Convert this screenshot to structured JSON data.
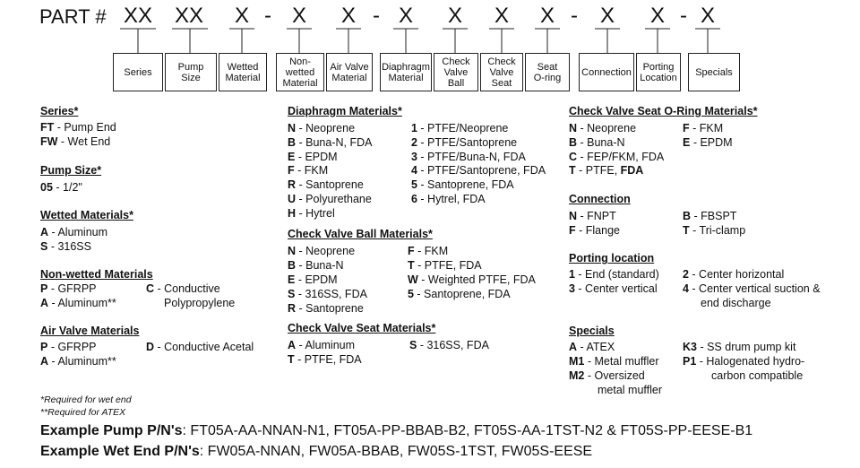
{
  "header": {
    "part_label": "PART #",
    "codes": [
      "XX",
      "XX",
      "X",
      "X",
      "X",
      "X",
      "X",
      "X",
      "X",
      "X",
      "X",
      "X"
    ],
    "dash": "-"
  },
  "boxes": [
    "Series",
    "Pump\nSize",
    "Wetted\nMaterial",
    "Non-\nwetted\nMaterial",
    "Air Valve\nMaterial",
    "Diaphragm\nMaterial",
    "Check\nValve\nBall",
    "Check\nValve\nSeat",
    "Seat\nO-ring",
    "Connection",
    "Porting\nLocation",
    "Specials"
  ],
  "series": {
    "title": "Series*",
    "items": [
      {
        "code": "FT",
        "desc": " - Pump End"
      },
      {
        "code": "FW",
        "desc": " - Wet End"
      }
    ]
  },
  "pump_size": {
    "title": "Pump Size*",
    "items": [
      {
        "code": "05",
        "desc": " - 1/2\""
      }
    ]
  },
  "wetted": {
    "title": "Wetted Materials*",
    "items": [
      {
        "code": "A",
        "desc": " - Aluminum"
      },
      {
        "code": "S",
        "desc": " - 316SS"
      }
    ]
  },
  "non_wetted": {
    "title": "Non-wetted Materials",
    "items": [
      {
        "code": "P",
        "desc": " - GFRPP"
      },
      {
        "code": "A",
        "desc": " - Aluminum**"
      },
      {
        "code": "C",
        "desc": " - Conductive"
      }
    ],
    "continuation": "Polypropylene"
  },
  "air_valve": {
    "title": "Air Valve Materials",
    "items": [
      {
        "code": "P",
        "desc": " - GFRPP"
      },
      {
        "code": "A",
        "desc": " - Aluminum**"
      },
      {
        "code": "D",
        "desc": " - Conductive Acetal"
      }
    ]
  },
  "notes": [
    "*Required for wet end",
    "**Required for ATEX"
  ],
  "diaphragm": {
    "title": "Diaphragm Materials*",
    "left": [
      {
        "code": "N",
        "desc": " - Neoprene"
      },
      {
        "code": "B",
        "desc": " - Buna-N, FDA"
      },
      {
        "code": "E",
        "desc": " - EPDM"
      },
      {
        "code": "F",
        "desc": " - FKM"
      },
      {
        "code": "R",
        "desc": " - Santoprene"
      },
      {
        "code": "U",
        "desc": " - Polyurethane"
      },
      {
        "code": "H",
        "desc": " - Hytrel"
      }
    ],
    "right": [
      {
        "code": "1",
        "desc": " - PTFE/Neoprene"
      },
      {
        "code": "2",
        "desc": " - PTFE/Santoprene"
      },
      {
        "code": "3",
        "desc": " - PTFE/Buna-N, FDA"
      },
      {
        "code": "4",
        "desc": " - PTFE/Santoprene, FDA"
      },
      {
        "code": "5",
        "desc": " - Santoprene, FDA"
      },
      {
        "code": "6",
        "desc": " - Hytrel, FDA"
      }
    ]
  },
  "ball": {
    "title": "Check Valve Ball Materials*",
    "left": [
      {
        "code": "N",
        "desc": " - Neoprene"
      },
      {
        "code": "B",
        "desc": " - Buna-N"
      },
      {
        "code": "E",
        "desc": " - EPDM"
      },
      {
        "code": "S",
        "desc": " - 316SS, FDA"
      },
      {
        "code": "R",
        "desc": " - Santoprene"
      }
    ],
    "right": [
      {
        "code": "F",
        "desc": " - FKM"
      },
      {
        "code": "T",
        "desc": " - PTFE, FDA"
      },
      {
        "code": "W",
        "desc": " - Weighted PTFE, FDA"
      },
      {
        "code": "5",
        "desc": " - Santoprene, FDA"
      }
    ]
  },
  "seat": {
    "title": "Check Valve Seat Materials*",
    "left": [
      {
        "code": "A",
        "desc": " - Aluminum"
      },
      {
        "code": "T",
        "desc": " - PTFE, FDA"
      }
    ],
    "right": [
      {
        "code": "S",
        "desc": " - 316SS, FDA"
      }
    ]
  },
  "oring": {
    "title": "Check Valve Seat O-Ring Materials*",
    "left": [
      {
        "code": "N",
        "desc": " - Neoprene"
      },
      {
        "code": "B",
        "desc": " - Buna-N"
      },
      {
        "code": "C",
        "desc": " - FEP/FKM, FDA"
      }
    ],
    "last": {
      "code": "T",
      "desc": " - PTFE, ",
      "bold": "FDA"
    },
    "right": [
      {
        "code": "F",
        "desc": " - FKM"
      },
      {
        "code": "E",
        "desc": " - EPDM"
      }
    ]
  },
  "connection": {
    "title": "Connection",
    "left": [
      {
        "code": "N",
        "desc": " - FNPT"
      },
      {
        "code": "F",
        "desc": " - Flange"
      }
    ],
    "right": [
      {
        "code": "B",
        "desc": " - FBSPT"
      },
      {
        "code": "T",
        "desc": " - Tri-clamp"
      }
    ]
  },
  "porting": {
    "title": "Porting location",
    "left": [
      {
        "code": "1",
        "desc": " - End (standard)"
      },
      {
        "code": "3",
        "desc": " - Center vertical"
      }
    ],
    "right": [
      {
        "code": "2",
        "desc": " - Center horizontal"
      },
      {
        "code": "4",
        "desc": " - Center vertical suction &"
      }
    ],
    "right_cont": "end discharge"
  },
  "specials": {
    "title": "Specials",
    "left": [
      {
        "code": "A",
        "desc": " - ATEX"
      },
      {
        "code": "M1",
        "desc": " - Metal muffler"
      },
      {
        "code": "M2",
        "desc": " - Oversized"
      }
    ],
    "left_cont": "metal muffler",
    "right": [
      {
        "code": "K3",
        "desc": " - SS drum pump kit"
      },
      {
        "code": "P1",
        "desc": " - Halogenated hydro-"
      }
    ],
    "right_cont": "carbon compatible"
  },
  "examples": [
    {
      "label": "Example Pump P/N's",
      "text": ": FT05A-AA-NNAN-N1, FT05A-PP-BBAB-B2, FT05S-AA-1TST-N2 & FT05S-PP-EESE-B1"
    },
    {
      "label": "Example Wet End P/N's",
      "text": ": FW05A-NNAN, FW05A-BBAB, FW05S-1TST, FW05S-EESE"
    }
  ]
}
